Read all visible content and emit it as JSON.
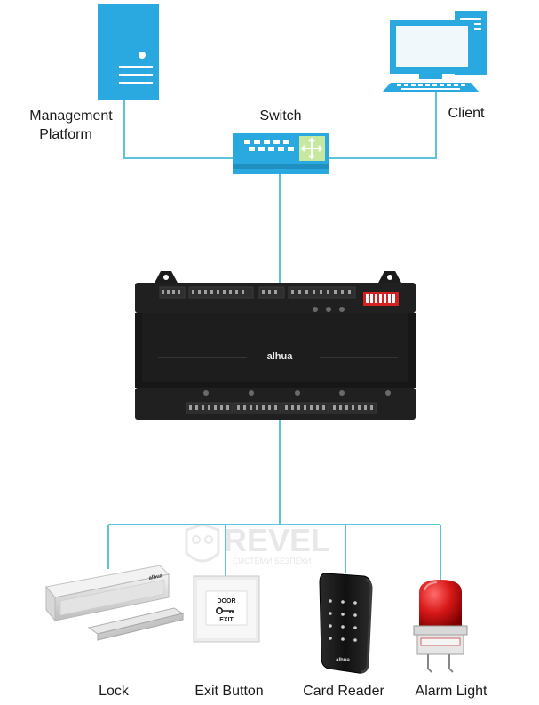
{
  "nodes": {
    "management_platform": {
      "line1": "Management",
      "line2": "Platform"
    },
    "switch": {
      "label": "Switch"
    },
    "client": {
      "label": "Client"
    },
    "controller": {
      "brand": "alhua"
    },
    "lock": {
      "label": "Lock",
      "brand": "alhua"
    },
    "exit_button": {
      "label": "Exit Button",
      "plate_line1": "DOOR",
      "plate_line2": "EXIT"
    },
    "card_reader": {
      "label": "Card Reader",
      "brand": "alhua"
    },
    "alarm_light": {
      "label": "Alarm Light"
    }
  },
  "watermark": {
    "title": "REVEL",
    "subtitle": "СИСТЕМИ БЕЗПЕКИ"
  },
  "colors": {
    "connector": "#5cc3d8",
    "device_blue": "#29a9e0",
    "controller": "#1e1e1e",
    "alarm_red": "#d71818"
  }
}
